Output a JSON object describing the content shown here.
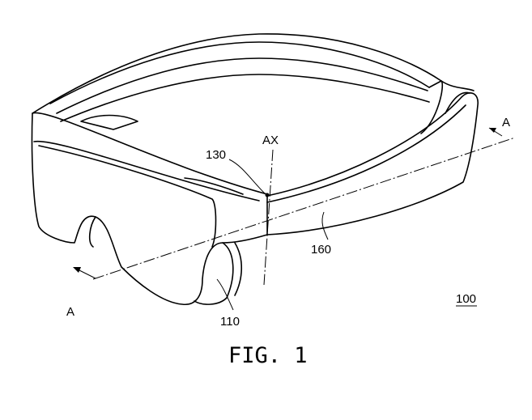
{
  "figure": {
    "title": "FIG. 1",
    "labels": {
      "axis": "AX",
      "part_130": "130",
      "part_160": "160",
      "part_110": "110",
      "device_100": "100",
      "section_a_right": "A",
      "section_a_left": "A"
    }
  }
}
